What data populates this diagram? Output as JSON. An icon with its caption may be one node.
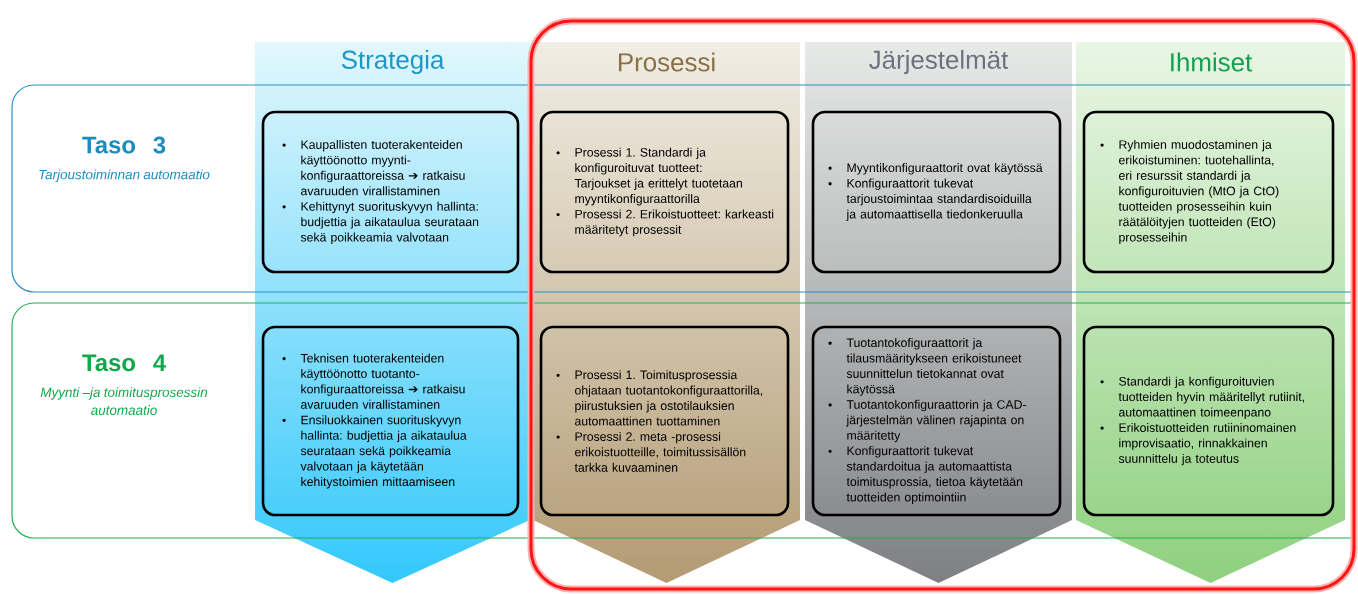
{
  "diagram": {
    "nodes": [
      {
        "text": [
          "Strategia"
        ]
      },
      {
        "text": [
          "Prosessi"
        ]
      },
      {
        "text": [
          "Järjestelmät"
        ]
      },
      {
        "text": [
          "Ihmiset"
        ]
      },
      {
        "text": [
          "Taso 3",
          "Tarjoustoiminnan automaatio"
        ]
      },
      {
        "in": 4,
        "text": [
          "Kaupallisten tuoterakenteiden käyttöönotto myynti-konfiguraattoreissa ➔ ratkaisu avaruuden virallistaminen",
          "Kehittynyt suorituskyvyn hallinta: budjettia ja aikataulua seurataan sekä poikkeamia valvotaan"
        ]
      },
      {
        "in": 4,
        "text": [
          "Prosessi 1. Standardi ja konfiguroituvat tuotteet: Tarjoukset ja erittelyt tuotetaan myyntikonfiguraattorilla",
          "Prosessi 2. Erikoistuotteet: karkeasti määritetyt prosessit"
        ]
      },
      {
        "in": 4,
        "text": [
          "Myyntikonfiguraattorit ovat käytössä",
          "Konfiguraattorit tukevat tarjoustoimintaa standardisoiduilla ja automaattisella tiedonkeruulla"
        ]
      },
      {
        "in": 4,
        "text": [
          "Ryhmien muodostaminen ja erikoistuminen: tuotehallinta, eri resurssit standardi ja konfiguroituvien (MtO ja CtO) tuotteiden prosesseihin kuin räätälöityjen tuotteiden (EtO) prosesseihin"
        ]
      },
      {
        "text": [
          "Taso 4",
          "Myynti –ja toimitusprosessin automaatio"
        ]
      },
      {
        "in": 9,
        "text": [
          "Teknisen tuoterakenteiden käyttöönotto tuotanto-konfiguraattoreissa ➔ ratkaisu avaruuden virallistaminen",
          "Ensiluokkainen suorituskyvyn hallinta: budjettia ja aikataulua seurataan sekä poikkeamia valvotaan ja käytetään kehitystoimien mittaamiseen"
        ]
      },
      {
        "in": 9,
        "text": [
          "Prosessi 1. Toimitusprosessia ohjataan tuotantokonfiguraattorilla, piirustuksien ja ostotilauksien automaattinen tuottaminen",
          "Prosessi 2. meta -prosessi erikoistuotteille, toimitussisällön tarkka kuvaaminen"
        ]
      },
      {
        "in": 9,
        "text": [
          "Tuotantokofiguraattorit ja tilausmääritykseen erikoistuneet suunnittelun tietokannat ovat käytössä",
          "Tuotantokonfiguraattorin ja CAD-järjestelmän välinen rajapinta on määritetty",
          "Konfiguraattorit tukevat standardoitua ja automaattista toimitusprossia, tietoa käytetään tuotteiden optimointiin"
        ]
      },
      {
        "in": 9,
        "text": [
          "Standardi ja konfiguroituvien tuotteiden hyvin määritellyt rutiinit, automaattinen toimeenpano",
          "Erikoistuotteiden rutiininomainen improvisaatio, rinnakkainen suunnittelu ja toteutus"
        ]
      }
    ],
    "edges": []
  }
}
